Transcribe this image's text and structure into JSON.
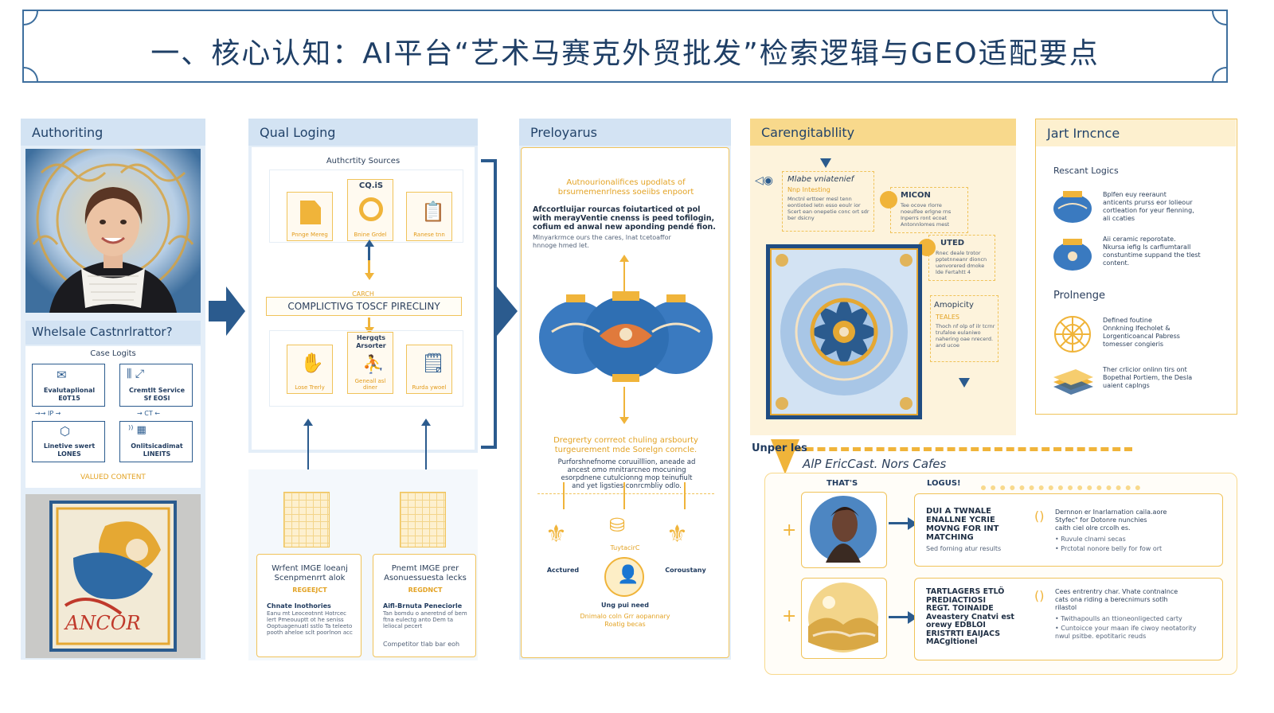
{
  "title": "一、核心认知：AI平台“艺术马赛克外贸批发”检索逻辑与GEO适配要点",
  "colors": {
    "navy": "#2b5b8e",
    "gold": "#f0b43a",
    "light_blue": "#dce9f5",
    "cream": "#fdf3dc"
  },
  "panel1": {
    "header": "Authoriting",
    "sub_header": "Whelsale Castnrlrattor?",
    "case_logic": "Case Logits",
    "cells": [
      "Evalutaplional\nE0T15",
      "Cremtlt Service\nSf    EOSl",
      "Linetive swert\nLONES",
      "Onlitsicadimat\nLINEITS"
    ],
    "arrow_labels": [
      "IP",
      "CT"
    ],
    "footer": "VALUED CONTENT",
    "mosaic_text": "ANCOR"
  },
  "panel2": {
    "header": "Qual Loging",
    "sources_title": "Authcrtity Sources",
    "top_mid": "CQ.iS",
    "tiles_top": [
      "Pnnge Mereg",
      "Bnine Grdel",
      "Ranese tnn"
    ],
    "bar_small": "CARCH",
    "bar_text": "COMPLICTIVG TOSCF PIRECLINY",
    "mid_label": "Hergqts\nArsorter",
    "tiles_bot": [
      "Lose Trerly",
      "Geneall asl diner",
      "Rurda ywoel"
    ],
    "card1_title": "Wrfent IMGE loeanj\nScenpmenrrt alok",
    "card1_tag": "REGEEJCT",
    "card1_sub": "Chnate Inothories",
    "card1_body": "Eanu mt Leoceotnnt Hotrcec lert Pmeouuptt ot he seniss Ooptuagenuatl sstlo Ta teleeto pooth aheloe sclt poorlnon acc",
    "card2_title": "Pnemt IMGE prer\nAsonuessuesta lecks",
    "card2_tag": "REGDNCT",
    "card2_sub": "Aifl-Brnuta Peneciorle",
    "card2_body": "Tan bomdu o aneretnd of bem ftna eulectg anto Dem ta leliocal pecert",
    "card2_foot": "Competitor tlab bar eoh"
  },
  "panel3": {
    "header": "Preloyarus",
    "orange_title": "Autnourionalifices upodlats of\nbrsurnemenrlness soeiibs enpoort",
    "bold_text": "Afccortluijar rourcas foiutarticed ot pol\nwith merayVentie cnenss is peed tofilogin,\ncofium ed anwal new aponding pendé fion.",
    "light_text": "Mlnyarkrmce ours the cares, lnat tcetoaffor\nhnnoge hmed let.",
    "orange_title2": "Dregrerty corrreot chuling arsbourty\nturgeurement mde Sorelgn corncle.",
    "body2": "Purforshnefnome coruuilllion, aneade ad\nancest omo mnitrarcneo mocuning\nesorpdnene cutulcionng mop teinufiult\nand yet ligsties conrcmbliy odlo.",
    "label_left": "Acctured",
    "label_right": "Coroustany",
    "label_mid_small": "TuytacirC",
    "label_bottom": "Ung pui need",
    "caption": "Dnimalo coln Grr aopannary\nRoatig becas"
  },
  "panel4": {
    "header": "Carengitabllity",
    "box1_title": "Mlabe vniatenief",
    "box1_sub": "Nnp Intesting",
    "box1_body": "Mnctnl erttoer mesl tenn eontioted Ietn esso eoulr ior Scert ean onepetie conc ort sdr ber dsicny",
    "box2_title": "MICON",
    "box2_body": "Tee ocove rlorre noeulfee erlgne rns Inperrs ront ecoat Antonnlomes mest",
    "box3_title": "UTED",
    "box3_body": "Rnec deale trotor pptetnneanr dioncn uenvorered dmoke lde Fertahtt 4",
    "box4_title": "Amopicity",
    "box4_sub": "TEALES",
    "box4_body": "Thoch nf olp of ilr tcrnr trufaloe eulaniwo nahering oae nrecerd. and ucoe"
  },
  "panel5": {
    "header": "Jart Irncnce",
    "sec1": "Rescant Logics",
    "items1": [
      "Bplfen euy reeraunt\nanticents prurss eor lolieour\ncortleation for yeur flenning,\nali ccaties",
      "Aii ceramic reporotate.\nNkursa iefig Is carfiumtarall\nconstuntime suppand the tlest\ncontent."
    ],
    "sec2": "Prolnenge",
    "items2": [
      "Defined foutine\nOnnkning Ifecholet &\nLorgenticoancal Pabress\ntomesser congieris",
      "Ther crlicior onlinn tirs ont\nBopethal Portiem, the Desla\nuaient caplngs"
    ]
  },
  "panel6": {
    "lead_label": "Unper les",
    "subtitle": "AlP EricCast. Nors Cafes",
    "col1": "THAT'S",
    "col2": "LOGUS!",
    "row1_title": "DUI A TWNALE\nENALLNE YCRIE\nMOVNG FOR INT\nMATCHING",
    "row1_small": "Sed forning atur results",
    "row1_right": "Dernnon er Inarlarnation caila.aore\nStyfec\" for Dotonre nunchies\ncaith ciel olre crcolh es.",
    "row1_b1": "Ruvule clnami secas",
    "row1_b2": "Prctotal nonore belly for fow ort",
    "row2_title": "TARTLAGERS ETLÖ\nPREDIACTIOSI\nREGT. TOINAIDE\nAveastery Cnatvi est\norewy EDBLOI\nERISTRTI EAIJACS\nMACgltionel",
    "row2_right": "Cees entrentry char. Vhate contnalnce\ncats ona riding a berecnimurs sotlh\nrilastol",
    "row2_b1": "Twithapoulls an ttioneonligected carty",
    "row2_b2": "Cuntoicce your maan ife ciwoy neotatority\nnwul psitbe. epotitaric reuds"
  }
}
